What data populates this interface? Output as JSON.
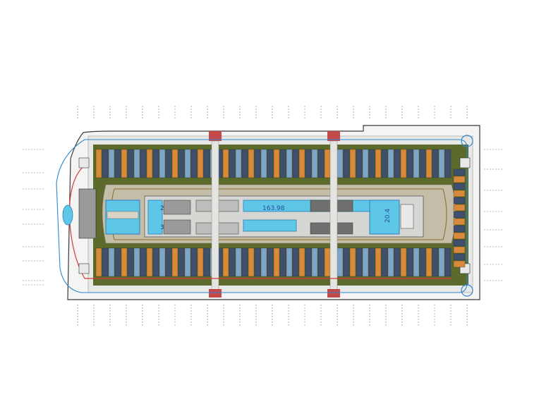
{
  "drawing": {
    "dimension_long": "163.98",
    "dimension_short": "20.4",
    "room_labels": [
      "2",
      "3"
    ]
  },
  "colors": {
    "background": "#ffffff",
    "site_boundary": "#3a3a3a",
    "green_band": "#5c6b2c",
    "courtyard": "#c4bea8",
    "pool": "#5ec7e8",
    "pool_edge": "#2a7fb8",
    "unit_fill": "#3f4f70",
    "unit_accent": "#d68a3a",
    "road_red": "#d23a3a",
    "road_blue": "#2f88d0",
    "grey_block": "#8a8a8a"
  }
}
